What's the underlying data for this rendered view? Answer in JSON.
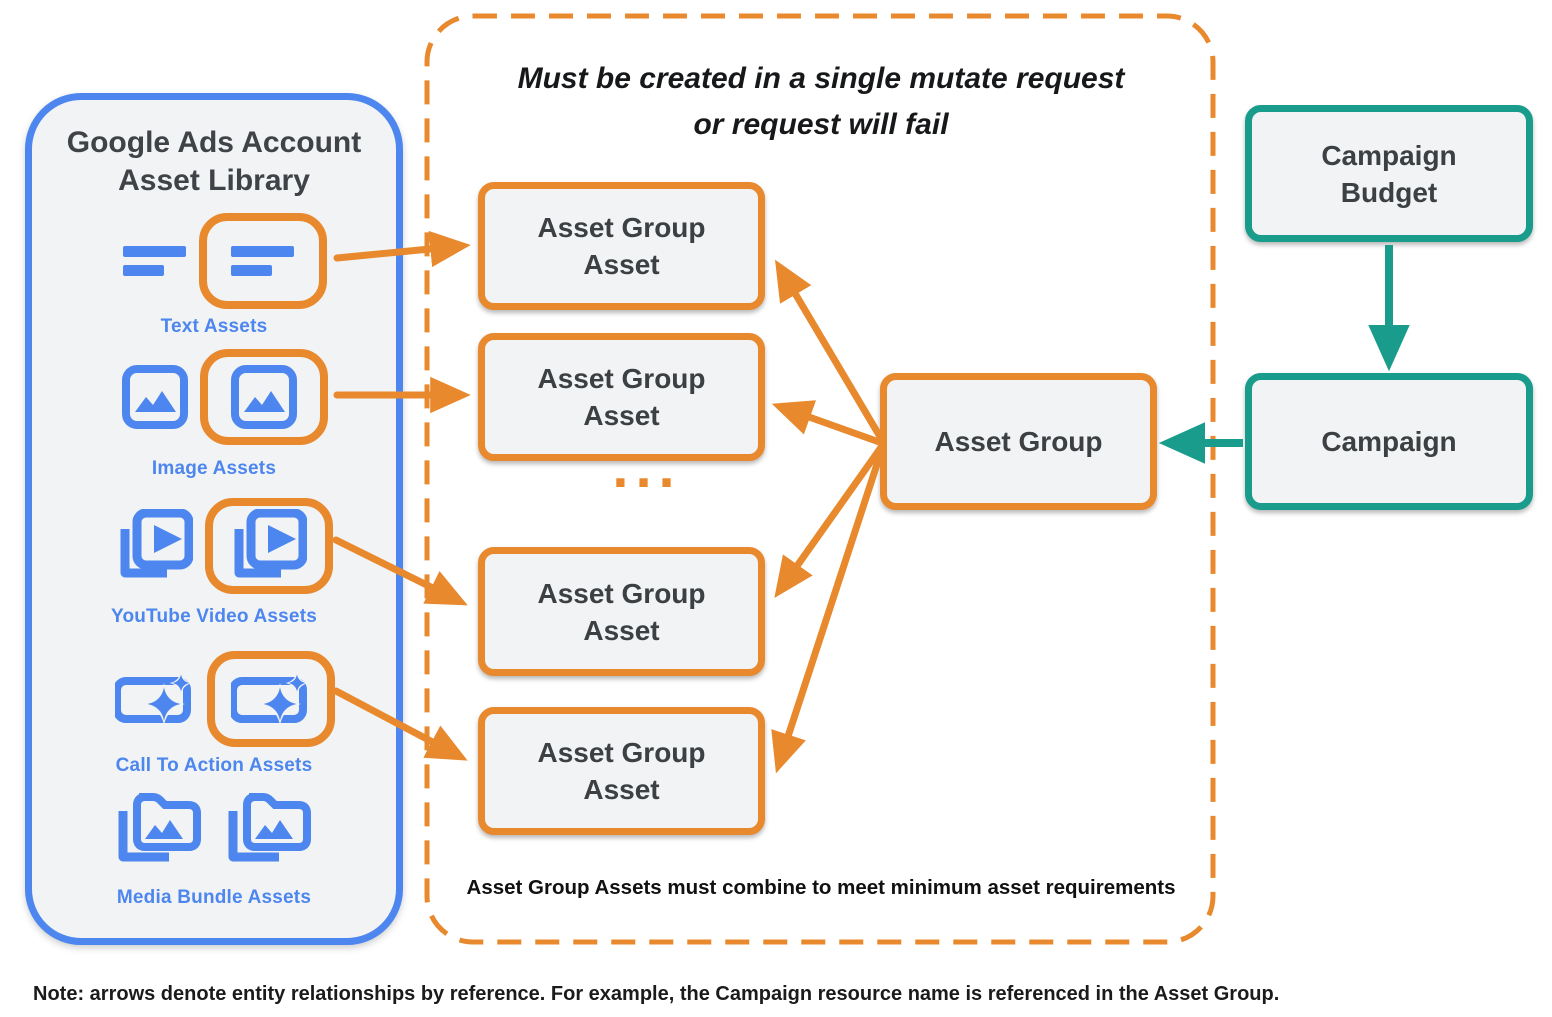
{
  "colors": {
    "blue": "#4d86ee",
    "orange": "#e8892d",
    "teal": "#199c8b",
    "box_fill": "#f1f3f4",
    "dark_text": "#3c4043"
  },
  "library": {
    "title": "Google Ads Account Asset Library",
    "items": [
      {
        "label": "Text Assets",
        "icon": "text-asset-icon",
        "highlighted": true
      },
      {
        "label": "Image Assets",
        "icon": "image-asset-icon",
        "highlighted": true
      },
      {
        "label": "YouTube Video  Assets",
        "icon": "youtube-video-asset-icon",
        "highlighted": true
      },
      {
        "label": "Call To Action Assets",
        "icon": "call-to-action-asset-icon",
        "highlighted": true
      },
      {
        "label": "Media Bundle  Assets",
        "icon": "media-bundle-asset-icon",
        "highlighted": false
      }
    ]
  },
  "mutate_container": {
    "title_line1": "Must be created in a single mutate request",
    "title_line2": "or request will fail",
    "asset_group_asset_boxes": [
      "Asset Group Asset",
      "Asset Group Asset",
      "Asset Group Asset",
      "Asset Group Asset"
    ],
    "ellipsis": "...",
    "caption": "Asset Group Assets must combine to meet minimum asset requirements"
  },
  "asset_group": {
    "label": "Asset Group"
  },
  "campaign_budget": {
    "label": "Campaign Budget"
  },
  "campaign": {
    "label": "Campaign"
  },
  "note": "Note: arrows denote entity relationships by reference. For example, the Campaign resource name is referenced in the Asset Group."
}
